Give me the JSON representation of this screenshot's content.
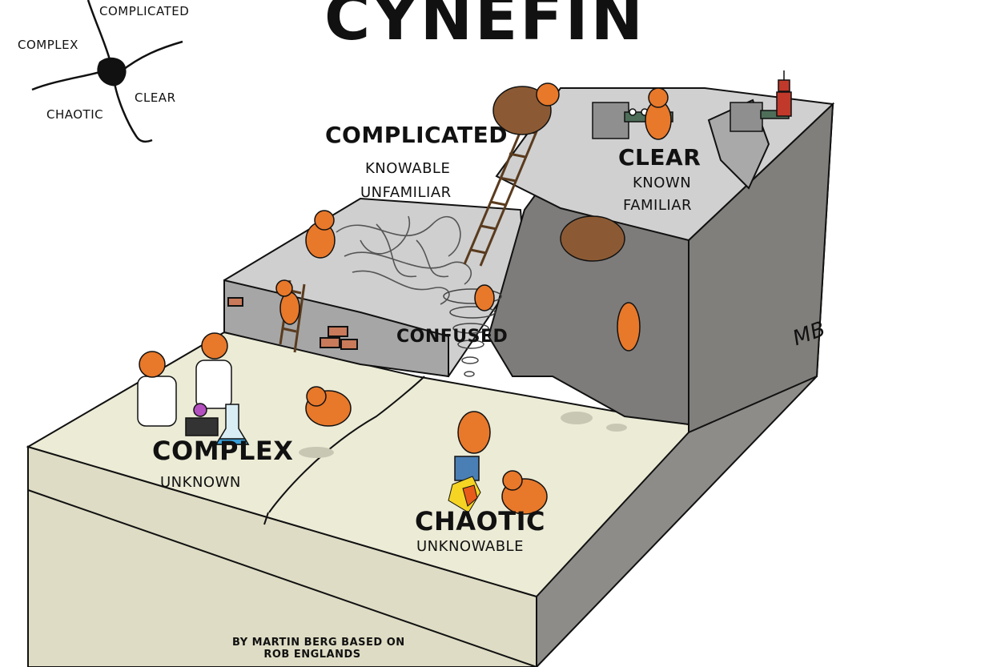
{
  "title": "CYNEFIN",
  "mini_map": {
    "complicated": "COMPLICATED",
    "complex": "COMPLEX",
    "clear": "CLEAR",
    "chaotic": "CHAOTIC"
  },
  "domains": {
    "complicated": {
      "name": "COMPLICATED",
      "line1": "KNOWABLE",
      "line2": "UNFAMILIAR"
    },
    "clear": {
      "name": "CLEAR",
      "line1": "KNOWN",
      "line2": "FAMILIAR"
    },
    "confused": {
      "name": "CONFUSED"
    },
    "complex": {
      "name": "COMPLEX",
      "line1": "UNKNOWN"
    },
    "chaotic": {
      "name": "CHAOTIC",
      "line1": "UNKNOWABLE"
    }
  },
  "credit": {
    "line1": "BY MARTIN BERG BASED ON",
    "line2": "ROB ENGLANDS"
  },
  "signature": "MB",
  "colors": {
    "ground": "#ecebd6",
    "ground_side": "#dedcc4",
    "stone_top": "#d2d2d2",
    "stone_side": "#9a9a9a",
    "cliff": "#7f7e7c",
    "creature": "#e8782a",
    "sack": "#8b5a34"
  }
}
